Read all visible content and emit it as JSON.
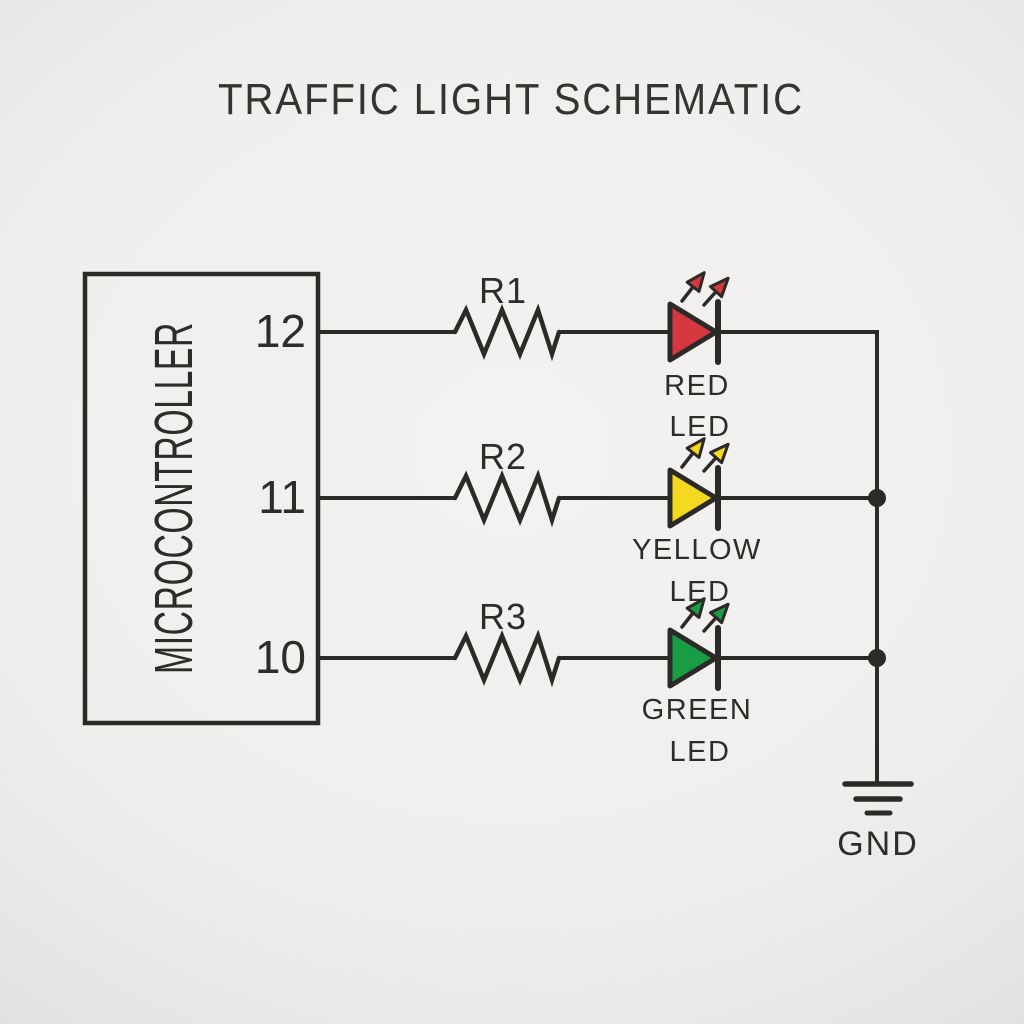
{
  "title": "TRAFFIC LIGHT SCHEMATIC",
  "colors": {
    "paper": "#f1efed",
    "ink": "#2c2a27",
    "red_led": "#d73840",
    "yellow_led": "#f5d91f",
    "green_led": "#1a9c44"
  },
  "microcontroller": {
    "label": "MICROCONTROLLER"
  },
  "rows": [
    {
      "pin": "12",
      "resistor_label": "R1",
      "led_label_line1": "RED",
      "led_label_line2": "LED"
    },
    {
      "pin": "11",
      "resistor_label": "R2",
      "led_label_line1": "YELLOW",
      "led_label_line2": "LED"
    },
    {
      "pin": "10",
      "resistor_label": "R3",
      "led_label_line1": "GREEN",
      "led_label_line2": "LED"
    }
  ],
  "ground": {
    "label": "GND"
  }
}
